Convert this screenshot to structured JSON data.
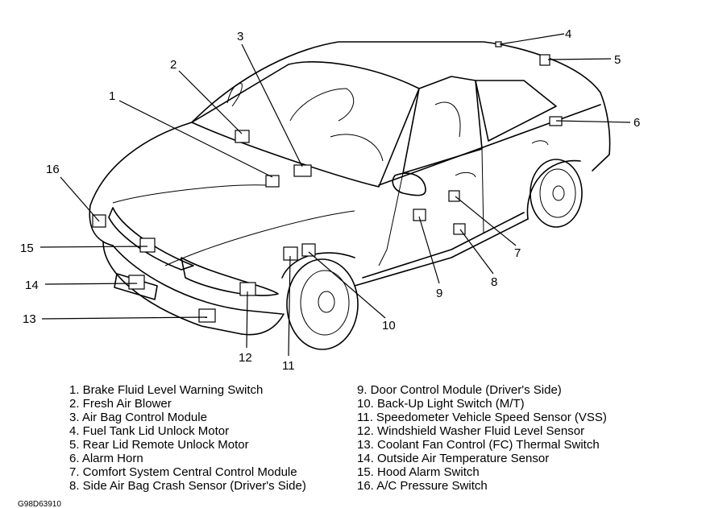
{
  "figure_code": "G98D63910",
  "components": [
    {
      "number": "1",
      "label": "1. Brake Fluid Level Warning Switch"
    },
    {
      "number": "2",
      "label": "2. Fresh Air Blower"
    },
    {
      "number": "3",
      "label": "3. Air Bag Control Module"
    },
    {
      "number": "4",
      "label": "4. Fuel Tank Lid Unlock Motor"
    },
    {
      "number": "5",
      "label": "5. Rear Lid Remote Unlock Motor"
    },
    {
      "number": "6",
      "label": "6. Alarm Horn"
    },
    {
      "number": "7",
      "label": "7. Comfort System Central Control Module"
    },
    {
      "number": "8",
      "label": "8. Side Air Bag Crash Sensor (Driver's Side)"
    },
    {
      "number": "9",
      "label": "9. Door Control Module (Driver's Side)"
    },
    {
      "number": "10",
      "label": "10. Back-Up Light Switch (M/T)"
    },
    {
      "number": "11",
      "label": "11. Speedometer Vehicle Speed Sensor (VSS)"
    },
    {
      "number": "12",
      "label": "12. Windshield Washer Fluid Level Sensor"
    },
    {
      "number": "13",
      "label": "13. Coolant Fan Control (FC) Thermal Switch"
    },
    {
      "number": "14",
      "label": "14. Outside Air Temperature Sensor"
    },
    {
      "number": "15",
      "label": "15. Hood Alarm Switch"
    },
    {
      "number": "16",
      "label": "16. A/C Pressure Switch"
    }
  ]
}
